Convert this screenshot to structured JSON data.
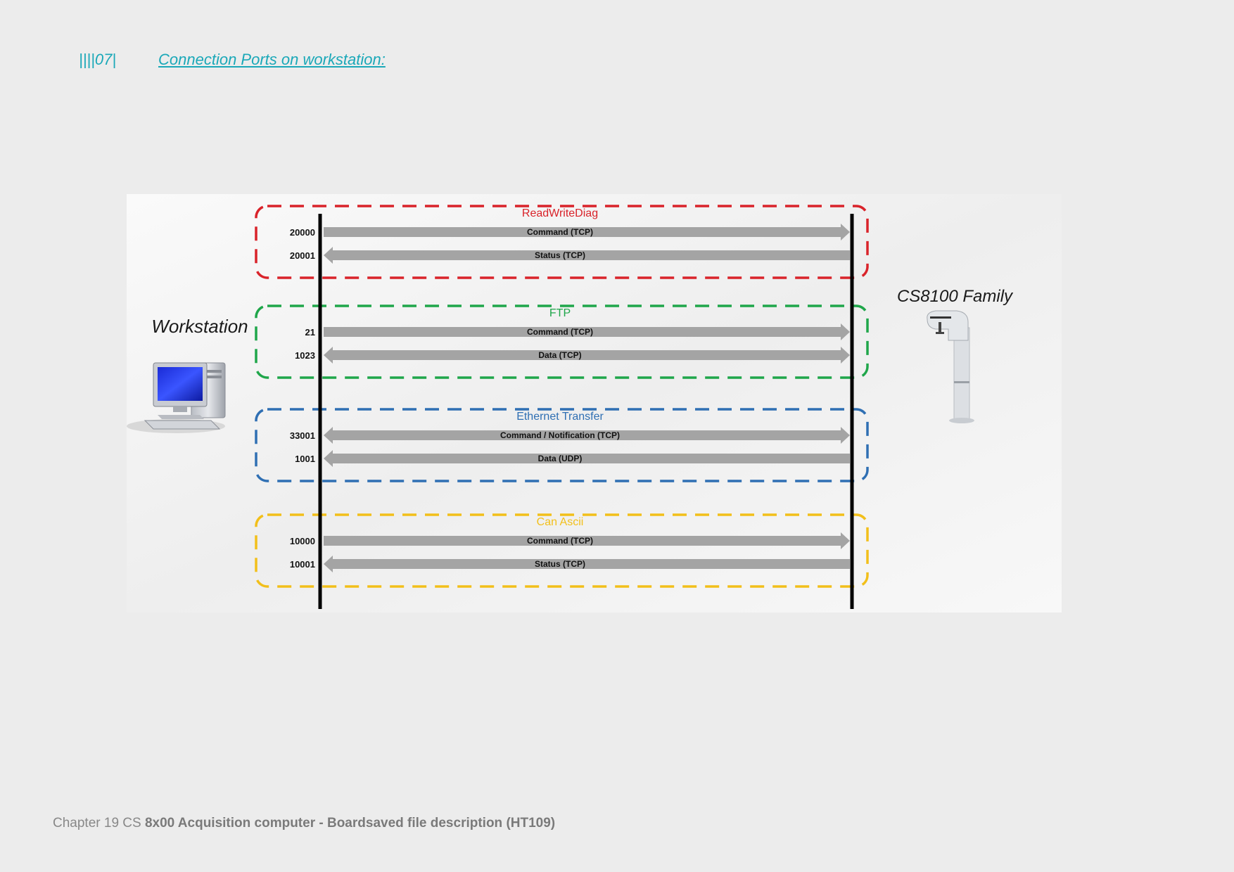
{
  "header": {
    "section_number": "||||07|",
    "title": "Connection Ports on workstation:"
  },
  "diagram": {
    "left_label": "Workstation",
    "right_label": "CS8100 Family",
    "groups": [
      {
        "name": "ReadWriteDiag",
        "color": "#d9232a",
        "channels": [
          {
            "port": "20000",
            "label": "Command (TCP)",
            "direction": "right"
          },
          {
            "port": "20001",
            "label": "Status (TCP)",
            "direction": "left"
          }
        ]
      },
      {
        "name": "FTP",
        "color": "#1fa64a",
        "channels": [
          {
            "port": "21",
            "label": "Command (TCP)",
            "direction": "right"
          },
          {
            "port": "1023",
            "label": "Data (TCP)",
            "direction": "both"
          }
        ]
      },
      {
        "name": "Ethernet Transfer",
        "color": "#2f6fb3",
        "channels": [
          {
            "port": "33001",
            "label": "Command / Notification (TCP)",
            "direction": "both"
          },
          {
            "port": "1001",
            "label": "Data (UDP)",
            "direction": "left"
          }
        ]
      },
      {
        "name": "Can Ascii",
        "color": "#f2bf1a",
        "channels": [
          {
            "port": "10000",
            "label": "Command (TCP)",
            "direction": "right"
          },
          {
            "port": "10001",
            "label": "Status (TCP)",
            "direction": "left"
          }
        ]
      }
    ]
  },
  "footer": {
    "prefix": "Chapter 19 CS ",
    "title": "8x00 Acquisition computer - Boardsaved file description (HT109)"
  }
}
